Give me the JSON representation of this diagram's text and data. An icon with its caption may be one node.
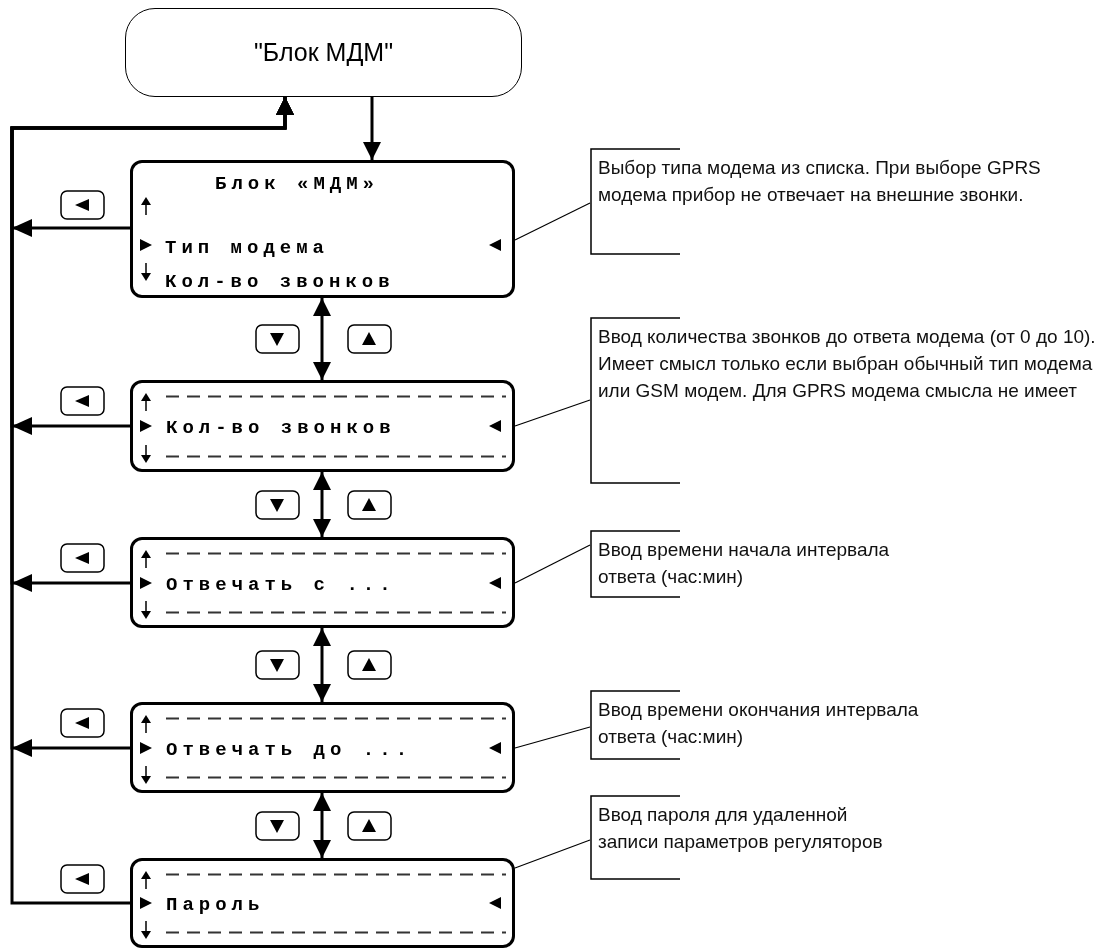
{
  "diagram": {
    "nodes": [
      {
        "text": [
          "\"Блок МДМ\""
        ]
      },
      {
        "text": [
          "Блок «МДМ»",
          "Тип модема",
          "Кол-во звонков"
        ]
      },
      {
        "text": [
          "Кол-во звонков"
        ]
      },
      {
        "text": [
          "Отвечать с ..."
        ]
      },
      {
        "text": [
          "Отвечать до ..."
        ]
      },
      {
        "text": [
          "Пароль"
        ]
      },
      {
        "text": [
          "Выбор типа модема из списка. При выборе GPRS модема прибор не отвечает на внешние звонки."
        ]
      },
      {
        "text": [
          "Ввод количества звонков до ответа модема (от 0 до 10). Имеет смысл только если выбран обычный тип модема или GSM модем. Для GPRS модема смысла не имеет"
        ]
      },
      {
        "text": [
          "Ввод времени начала интервала ответа (час:мин)"
        ]
      },
      {
        "text": [
          "Ввод времени окончания интервала ответа (час:мин)"
        ]
      },
      {
        "text": [
          "Ввод пароля для удаленной записи параметров регуляторов"
        ]
      }
    ],
    "edges": [
      {
        "from": 0,
        "to": 1,
        "arrow": "to"
      },
      {
        "from": 1,
        "to": 2,
        "arrow": "both"
      },
      {
        "from": 2,
        "to": 3,
        "arrow": "both"
      },
      {
        "from": 3,
        "to": 4,
        "arrow": "both"
      },
      {
        "from": 4,
        "to": 5,
        "arrow": "both"
      },
      {
        "from": 1,
        "to": 0,
        "arrow": "to"
      },
      {
        "from": 2,
        "to": 0,
        "arrow": "to"
      },
      {
        "from": 3,
        "to": 0,
        "arrow": "to"
      },
      {
        "from": 4,
        "to": 0,
        "arrow": "to"
      },
      {
        "from": 5,
        "to": 0,
        "arrow": "to"
      },
      {
        "from": 6,
        "to": 1,
        "arrow": "none"
      },
      {
        "from": 7,
        "to": 2,
        "arrow": "none"
      },
      {
        "from": 8,
        "to": 3,
        "arrow": "none"
      },
      {
        "from": 9,
        "to": 4,
        "arrow": "none"
      },
      {
        "from": 10,
        "to": 5,
        "arrow": "none"
      }
    ]
  }
}
